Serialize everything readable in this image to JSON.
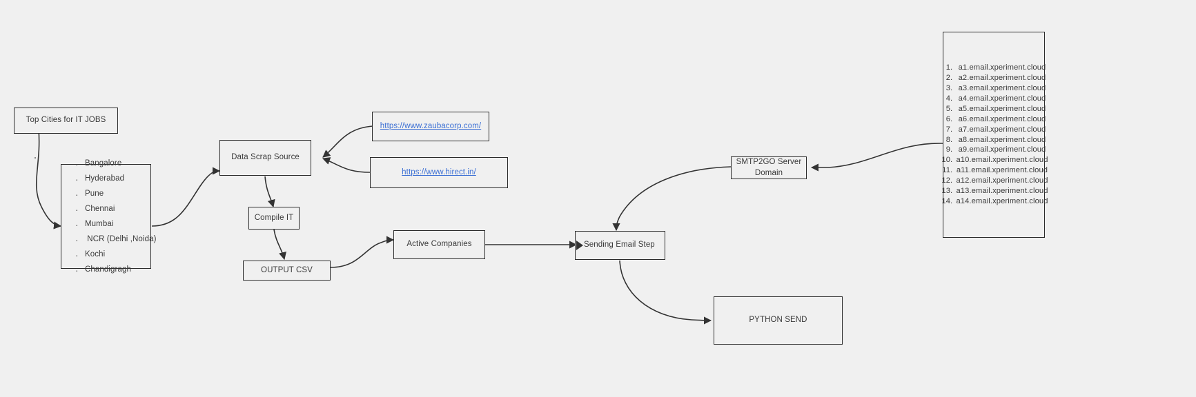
{
  "diagram": {
    "title": "Email Outreach Data Scraping Flow",
    "background_color": "#f0f0f0",
    "node_border_color": "#2b2b2b",
    "link_color": "#3b6fd4",
    "text_color": "#3a3a3a"
  },
  "nodes": {
    "top_cities": {
      "label": "Top Cities for IT JOBS"
    },
    "city_list": {
      "items": [
        "Bangalore",
        "Hyderabad",
        "Pune",
        "Chennai",
        "Mumbai",
        " NCR (Delhi ,Noida)",
        "Kochi",
        "Chandigragh"
      ]
    },
    "data_scrap_source": {
      "label": "Data Scrap Source"
    },
    "source_url_1": {
      "label": "https://www.zaubacorp.com/"
    },
    "source_url_2": {
      "label": "https://www.hirect.in/"
    },
    "compile_it": {
      "label": "Compile IT"
    },
    "output_csv": {
      "label": "OUTPUT CSV"
    },
    "active_companies": {
      "label": "Active Companies"
    },
    "sending_email_step": {
      "label": "Sending Email Step"
    },
    "smtp2go": {
      "label_line1": "SMTP2GO Server",
      "label_line2": "Domain"
    },
    "python_send": {
      "label": "PYTHON SEND"
    },
    "domain_list": {
      "items": [
        "a1.email.xperiment.cloud",
        "a2.email.xperiment.cloud",
        "a3.email.xperiment.cloud",
        "a4.email.xperiment.cloud",
        "a5.email.xperiment.cloud",
        "a6.email.xperiment.cloud",
        "a7.email.xperiment.cloud",
        "a8.email.xperiment.cloud",
        "a9.email.xperiment.cloud",
        "a10.email.xperiment.cloud",
        "a11.email.xperiment.cloud",
        "a12.email.xperiment.cloud",
        "a13.email.xperiment.cloud",
        "a14.email.xperiment.cloud"
      ]
    }
  }
}
